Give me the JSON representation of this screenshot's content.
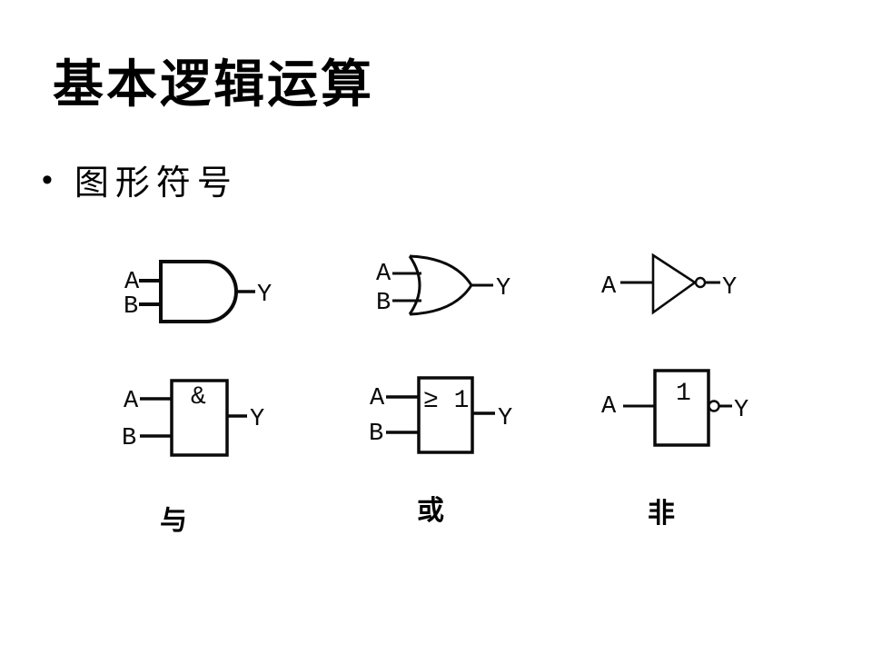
{
  "slide": {
    "title": "基本逻辑运算",
    "bullet_marker": "•",
    "bullet_text": "图形符号"
  },
  "gates": {
    "and_us": {
      "input_a": "A",
      "input_b": "B",
      "output": "Y"
    },
    "or_us": {
      "input_a": "A",
      "input_b": "B",
      "output": "Y"
    },
    "not_us": {
      "input_a": "A",
      "output": "Y"
    },
    "and_iec": {
      "symbol": "&",
      "input_a": "A",
      "input_b": "B",
      "output": "Y"
    },
    "or_iec": {
      "symbol": "≥ 1",
      "input_a": "A",
      "input_b": "B",
      "output": "Y"
    },
    "not_iec": {
      "symbol": "1",
      "input_a": "A",
      "output": "Y"
    }
  },
  "captions": {
    "and": "与",
    "or": "或",
    "not": "非"
  },
  "colors": {
    "ink": "#000000",
    "background": "#ffffff"
  }
}
